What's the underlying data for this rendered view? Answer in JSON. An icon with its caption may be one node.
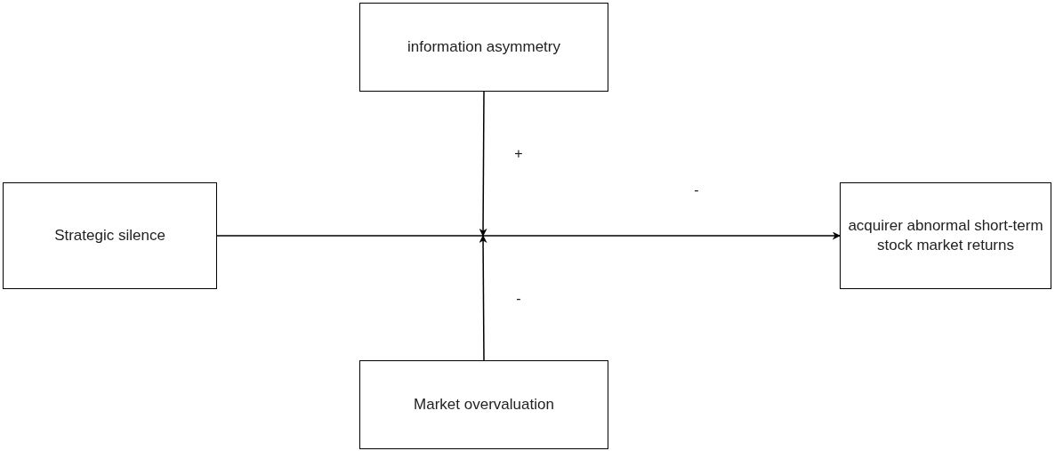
{
  "diagram": {
    "nodes": [
      {
        "text": [
          "information asymmetry"
        ]
      },
      {
        "text": [
          "Strategic silence"
        ]
      },
      {
        "text": [
          "acquirer abnormal short-term stock market returns"
        ]
      },
      {
        "text": [
          "Market overvaluation"
        ]
      }
    ],
    "edges": [
      {
        "from": 1,
        "to": 2,
        "arrow": "to",
        "label": "-"
      },
      {
        "from": 0,
        "to": null,
        "arrow": "to",
        "label": "+"
      },
      {
        "from": 3,
        "to": null,
        "arrow": "to",
        "label": "-"
      }
    ]
  }
}
